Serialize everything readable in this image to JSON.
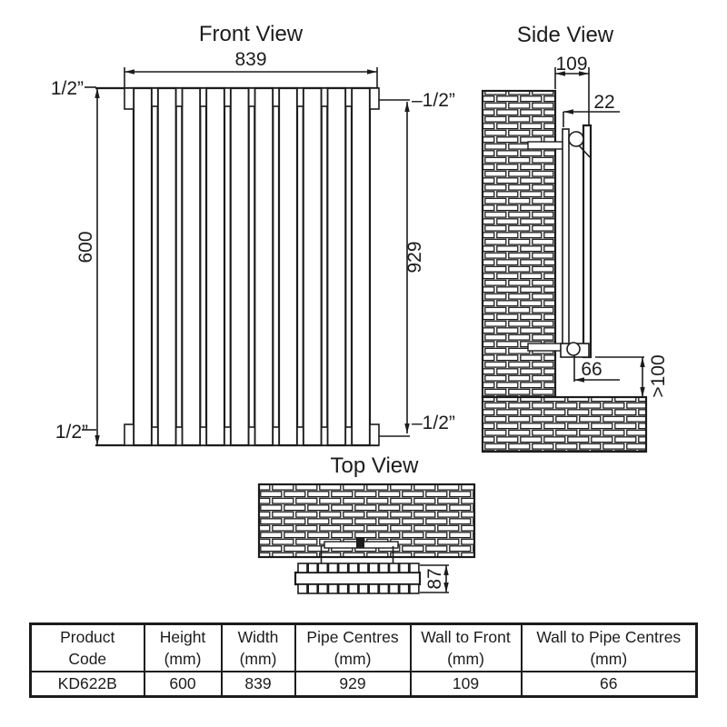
{
  "front_view": {
    "title": "Front View",
    "dim_width": "839",
    "dim_height": "600",
    "dim_pipe_centres": "929",
    "conn_top_left": "1/2”",
    "conn_bottom_left": "1/2”",
    "conn_top_right": "–1/2”",
    "conn_bottom_right": "–1/2”",
    "panel_count": 10
  },
  "side_view": {
    "title": "Side View",
    "dim_wall_to_front": "109",
    "dim_wall_gap": "22",
    "dim_wall_to_pipe_centres": "66",
    "dim_floor_clearance": ">100"
  },
  "top_view": {
    "title": "Top View",
    "dim_depth": "87",
    "fin_count": 12
  },
  "table": {
    "columns": [
      {
        "header_line1": "Product",
        "header_line2": "Code",
        "value": "KD622B"
      },
      {
        "header_line1": "Height",
        "header_line2": "(mm)",
        "value": "600"
      },
      {
        "header_line1": "Width",
        "header_line2": "(mm)",
        "value": "839"
      },
      {
        "header_line1": "Pipe Centres",
        "header_line2": "(mm)",
        "value": "929"
      },
      {
        "header_line1": "Wall to Front",
        "header_line2": "(mm)",
        "value": "109"
      },
      {
        "header_line1": "Wall to Pipe Centres",
        "header_line2": "(mm)",
        "value": "66"
      }
    ]
  },
  "colors": {
    "line": "#1c1c1c",
    "background": "#ffffff"
  }
}
